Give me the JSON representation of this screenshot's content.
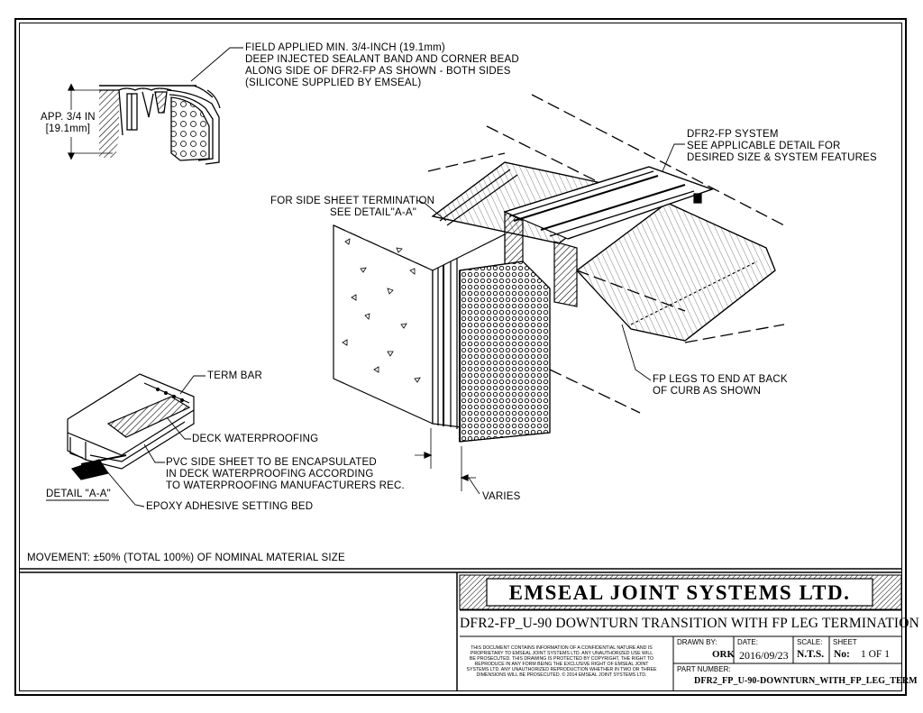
{
  "callouts": {
    "sealant": [
      "FIELD APPLIED MIN. 3/4-INCH (19.1mm)",
      "DEEP INJECTED SEALANT BAND AND CORNER BEAD",
      "ALONG SIDE OF DFR2-FP AS SHOWN - BOTH SIDES",
      "(SILICONE SUPPLIED BY EMSEAL)"
    ],
    "depth": [
      "APP. 3/4 IN",
      "[19.1mm]"
    ],
    "system": [
      "DFR2-FP SYSTEM",
      "SEE APPLICABLE DETAIL FOR",
      "DESIRED SIZE & SYSTEM FEATURES"
    ],
    "side_sheet": [
      "FOR SIDE SHEET TERMINATION",
      "SEE DETAIL\"A-A\""
    ],
    "fp_legs": [
      "FP LEGS TO END AT BACK",
      "OF CURB AS SHOWN"
    ],
    "varies": "VARIES",
    "term_bar": "TERM BAR",
    "deck_wp": "DECK WATERPROOFING",
    "pvc": [
      "PVC SIDE SHEET TO BE ENCAPSULATED",
      "IN DECK WATERPROOFING ACCORDING",
      "TO WATERPROOFING MANUFACTURERS REC."
    ],
    "epoxy": "EPOXY ADHESIVE SETTING BED",
    "detail": "DETAIL \"A-A\"",
    "movement": "MOVEMENT: ±50% (TOTAL 100%) OF NOMINAL MATERIAL SIZE"
  },
  "title_block": {
    "company": "EMSEAL JOINT SYSTEMS LTD.",
    "title": "DFR2-FP_U-90 DOWNTURN TRANSITION WITH FP LEG TERMINATION",
    "disclaimer": [
      "THIS DOCUMENT CONTAINS INFORMATION OF A CONFIDENTIAL NATURE AND IS",
      "PROPRIETARY TO EMSEAL JOINT SYSTEMS LTD. ANY UNAUTHORIZED USE WILL",
      "BE PROSECUTED. THIS DRAWING IS PROTECTED BY COPYRIGHT, THE RIGHT TO",
      "REPRODUCE IN ANY FORM BEING THE EXCLUSIVE RIGHT OF EMSEAL JOINT",
      "SYSTEMS LTD. ANY UNAUTHORIZED REPRODUCTION WHETHER IN TWO OR THREE",
      "DIMENSIONS WILL BE PROSECUTED. © 2014 EMSEAL JOINT SYSTEMS LTD."
    ],
    "drawn_by_label": "DRAWN BY:",
    "drawn_by": "ORK",
    "date_label": "DATE:",
    "date": "2016/09/23",
    "scale_label": "SCALE:",
    "scale": "N.T.S.",
    "sheet_label": "SHEET",
    "sheet_no_label": "No:",
    "sheet_value": "1 OF 1",
    "part_label": "PART NUMBER:",
    "part_number": "DFR2_FP_U-90-DOWNTURN_WITH_FP_LEG_TERM"
  }
}
